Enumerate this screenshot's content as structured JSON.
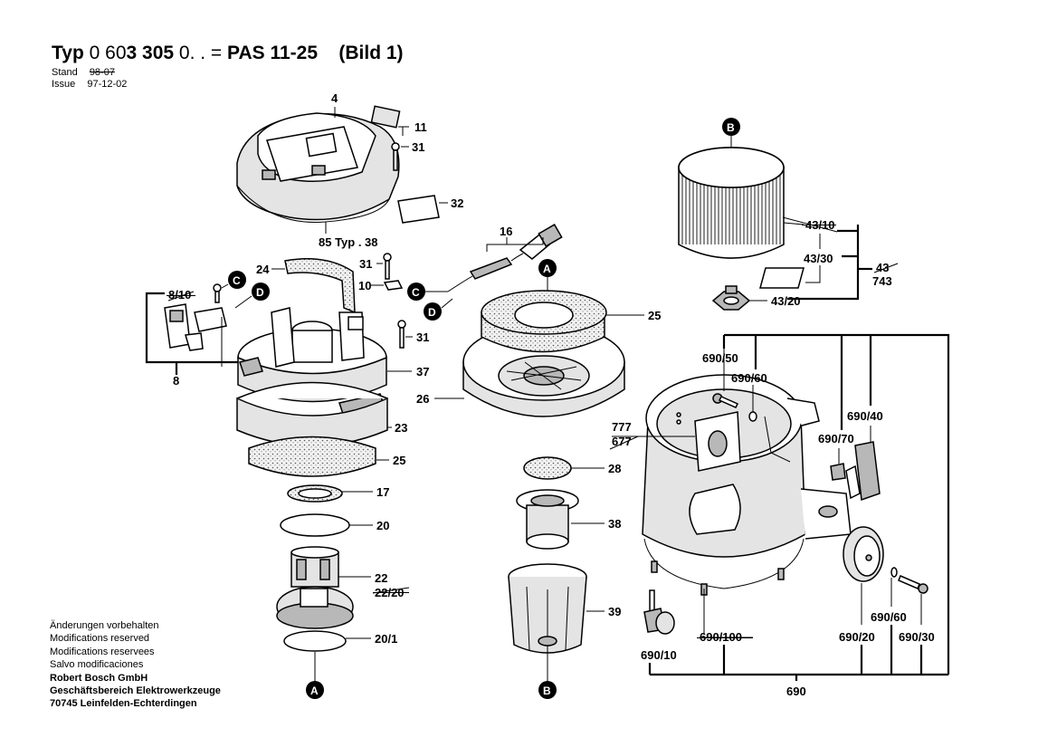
{
  "header": {
    "typ_label": "Typ",
    "typ_number_plain": "0 60",
    "typ_number_bold": "3 305",
    "typ_suffix": "0. . =",
    "model": "PAS 11-25",
    "bild": "(Bild 1)",
    "stand_label": "Stand",
    "stand_value": "98-07",
    "issue_label": "Issue",
    "issue_value": "97-12-02"
  },
  "footer": {
    "lines": [
      "Änderungen vorbehalten",
      "Modifications reserved",
      "Modifications reservees",
      "Salvo modificaciones"
    ],
    "company_lines": [
      "Robert Bosch GmbH",
      "Geschäftsbereich Elektrowerkzeuge",
      "70745 Leinfelden-Echterdingen"
    ]
  },
  "parts": {
    "p4": "4",
    "p11": "11",
    "p31a": "31",
    "p32": "32",
    "p85": "85 Typ . 38",
    "p16": "16",
    "p31b": "31",
    "p24": "24",
    "p10": "10",
    "p8_10": "8/10",
    "p8": "8",
    "p31c": "31",
    "p37": "37",
    "p23": "23",
    "p25a": "25",
    "p17": "17",
    "p20": "20",
    "p22": "22",
    "p22_20": "22/20",
    "p20_1": "20/1",
    "p25b": "25",
    "p26": "26",
    "p777": "777",
    "p677": "677",
    "p28": "28",
    "p38": "38",
    "p39": "39",
    "p43_10": "43/10",
    "p43_30": "43/30",
    "p43": "43",
    "p743": "743",
    "p43_20": "43/20",
    "p690_50": "690/50",
    "p690_60a": "690/60",
    "p690_40": "690/40",
    "p690_70": "690/70",
    "p690_60b": "690/60",
    "p690_10": "690/10",
    "p690_100": "690/100",
    "p690_20": "690/20",
    "p690_30": "690/30",
    "p690": "690"
  },
  "markers": {
    "A": "A",
    "B": "B",
    "C": "C",
    "D": "D"
  }
}
